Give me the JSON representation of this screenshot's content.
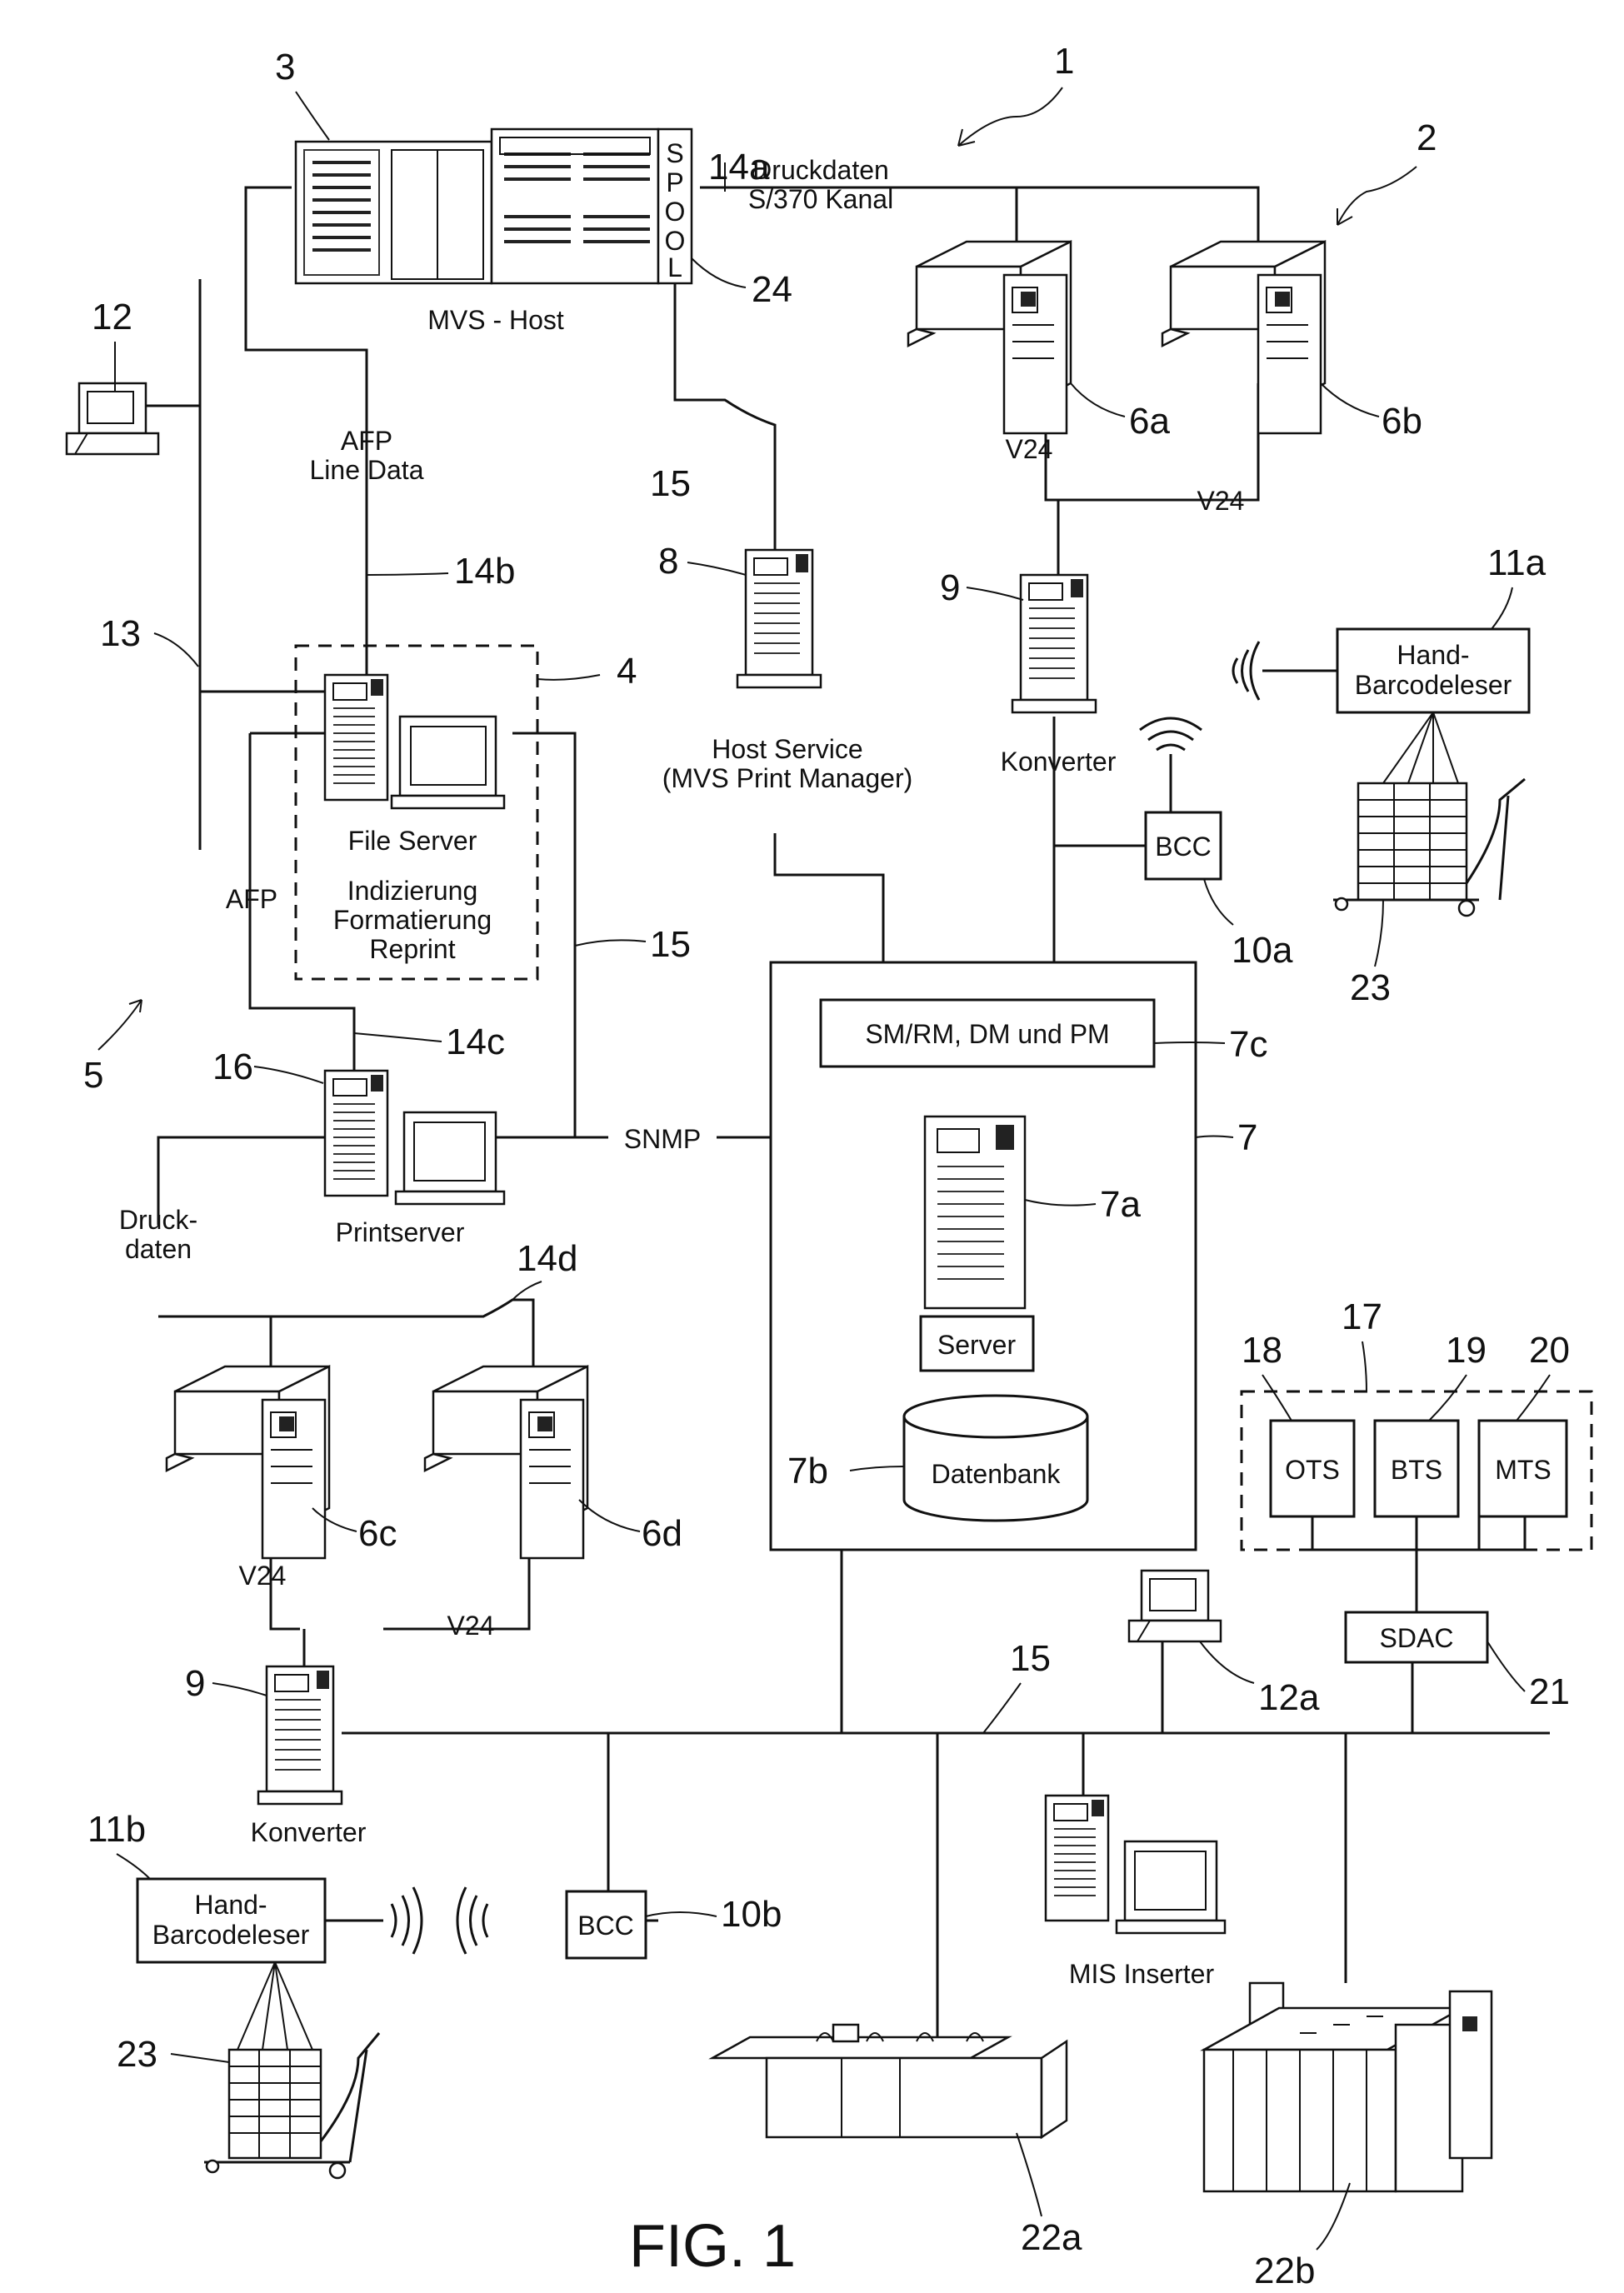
{
  "figure_caption": "FIG. 1",
  "labels": {
    "druckdaten": "Druckdaten",
    "s370_kanal": "S/370 Kanal",
    "spool": [
      "S",
      "P",
      "O",
      "O",
      "L"
    ],
    "mvs_host": "MVS - Host",
    "afp": "AFP",
    "line_data": "Line Data",
    "file_server": "File Server",
    "indizierung": "Indizierung",
    "formatierung": "Formatierung",
    "reprint": "Reprint",
    "afp_side": "AFP",
    "host_service": "Host Service",
    "mvs_print_manager": "(MVS Print Manager)",
    "konverter_top": "Konverter",
    "bcc_top": "BCC",
    "hand_top": "Hand-",
    "barcodeleser_top": "Barcodeleser",
    "sm_rm": "SM/RM, DM und PM",
    "server": "Server",
    "datenbank": "Datenbank",
    "snmp": "SNMP",
    "printserver": "Printserver",
    "druck": "Druck-",
    "daten": "daten",
    "v24_a": "V24",
    "v24_b": "V24",
    "v24_c": "V24",
    "v24_d": "V24",
    "ots": "OTS",
    "bts": "BTS",
    "mts": "MTS",
    "sdac": "SDAC",
    "konverter_bottom": "Konverter",
    "bcc_bottom": "BCC",
    "hand_bottom": "Hand-",
    "barcodeleser_bottom": "Barcodeleser",
    "mis_inserter": "MIS  Inserter"
  },
  "refs": {
    "r1": "1",
    "r2": "2",
    "r3": "3",
    "r4": "4",
    "r5": "5",
    "r6a": "6a",
    "r6b": "6b",
    "r6c": "6c",
    "r6d": "6d",
    "r7": "7",
    "r7a": "7a",
    "r7b": "7b",
    "r7c": "7c",
    "r8": "8",
    "r9_top": "9",
    "r9_bottom": "9",
    "r10a": "10a",
    "r10b": "10b",
    "r11a": "11a",
    "r11b": "11b",
    "r12": "12",
    "r12a": "12a",
    "r13": "13",
    "r14a": "14a",
    "r14b": "14b",
    "r14c": "14c",
    "r14d": "14d",
    "r15_a": "15",
    "r15_b": "15",
    "r15_c": "15",
    "r16": "16",
    "r17": "17",
    "r18": "18",
    "r19": "19",
    "r20": "20",
    "r21": "21",
    "r22a": "22a",
    "r22b": "22b",
    "r23_top": "23",
    "r23_bottom": "23",
    "r24": "24"
  }
}
